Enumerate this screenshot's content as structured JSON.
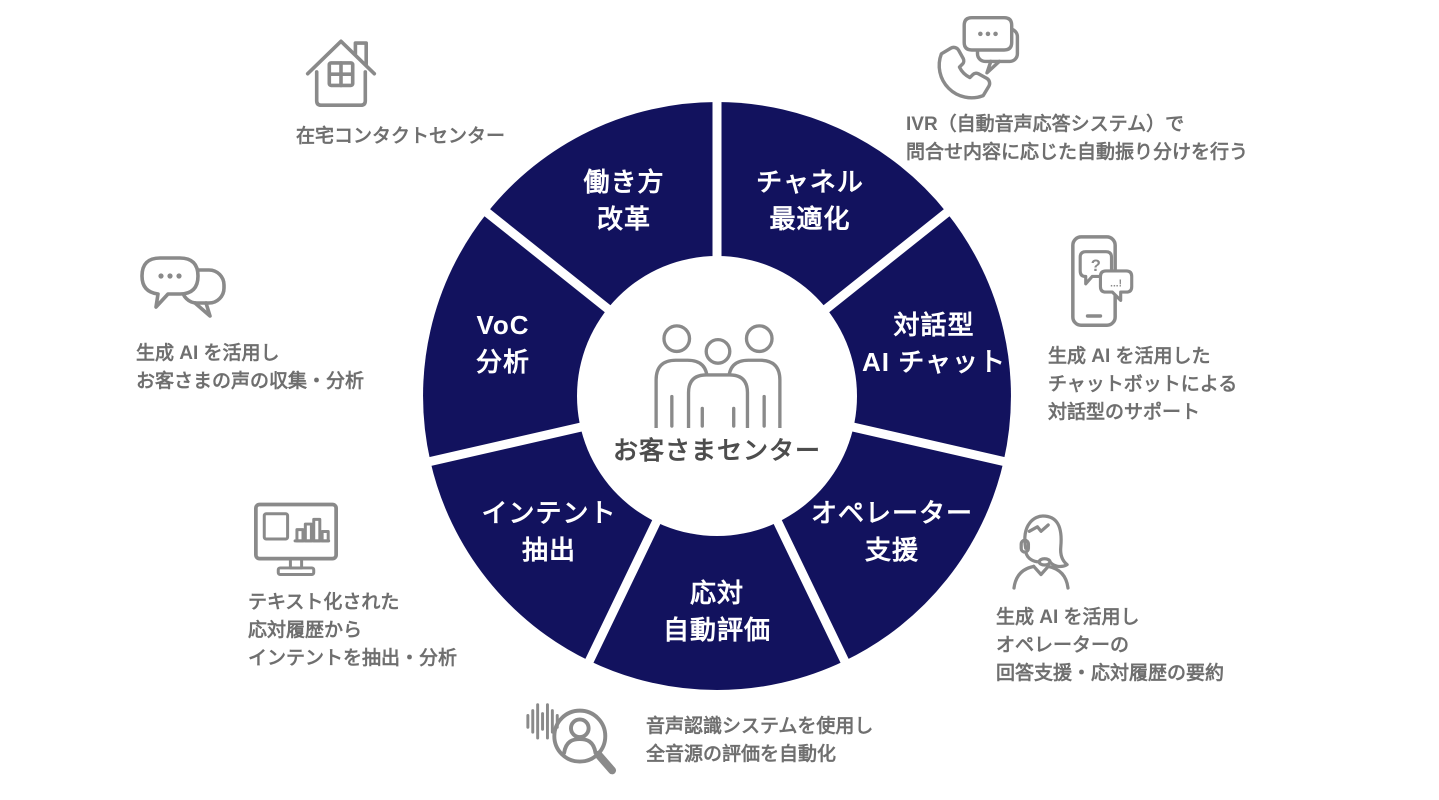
{
  "colors": {
    "wheel_navy": "#12125e",
    "segment_text": "#ffffff",
    "icon_gray": "#8a8a8a",
    "description_text_gray": "#6f6f6f",
    "center_text_gray": "#4d4d4d"
  },
  "wheel": {
    "center_label": "お客さまセンター",
    "center_icon": "three-people-icon",
    "segments": [
      {
        "id": "channel-optimization",
        "lines": [
          "チャネル",
          "最適化"
        ]
      },
      {
        "id": "conversational-ai-chat",
        "lines": [
          "対話型",
          "AI チャット"
        ]
      },
      {
        "id": "operator-support",
        "lines": [
          "オペレーター",
          "支援"
        ]
      },
      {
        "id": "response-auto-evaluation",
        "lines": [
          "応対",
          "自動評価"
        ]
      },
      {
        "id": "intent-extraction",
        "lines": [
          "インテント",
          "抽出"
        ]
      },
      {
        "id": "voc-analysis",
        "lines": [
          "VoC",
          "分析"
        ]
      },
      {
        "id": "workstyle-reform",
        "lines": [
          "働き方",
          "改革"
        ]
      }
    ]
  },
  "annotations": [
    {
      "id": "remote-contact-center",
      "icon": "house-icon",
      "lines": [
        "在宅コンタクトセンター"
      ]
    },
    {
      "id": "ivr-routing",
      "icon": "phone-chat-icon",
      "lines": [
        "IVR（自動音声応答システム）で",
        "問合せ内容に応じた自動振り分けを行う"
      ]
    },
    {
      "id": "generative-ai-chatbot",
      "icon": "smartphone-chat-icon",
      "lines": [
        "生成 AI を活用した",
        "チャットボットによる",
        "対話型のサポート"
      ]
    },
    {
      "id": "operator-assist",
      "icon": "operator-headset-icon",
      "lines": [
        "生成 AI を活用し",
        "オペレーターの",
        "回答支援・応対履歴の要約"
      ]
    },
    {
      "id": "speech-recognition-evaluation",
      "icon": "voice-search-icon",
      "lines": [
        "音声認識システムを使用し",
        "全音源の評価を自動化"
      ]
    },
    {
      "id": "intent-analysis",
      "icon": "monitor-chart-icon",
      "lines": [
        "テキスト化された",
        "応対履歴から",
        "インテントを抽出・分析"
      ]
    },
    {
      "id": "voc-collection",
      "icon": "chat-bubbles-icon",
      "lines": [
        "生成 AI を活用し",
        "お客さまの声の収集・分析"
      ]
    }
  ],
  "icon_glyphs": {
    "question_mark": "?",
    "dots_exclamation": "...!"
  }
}
